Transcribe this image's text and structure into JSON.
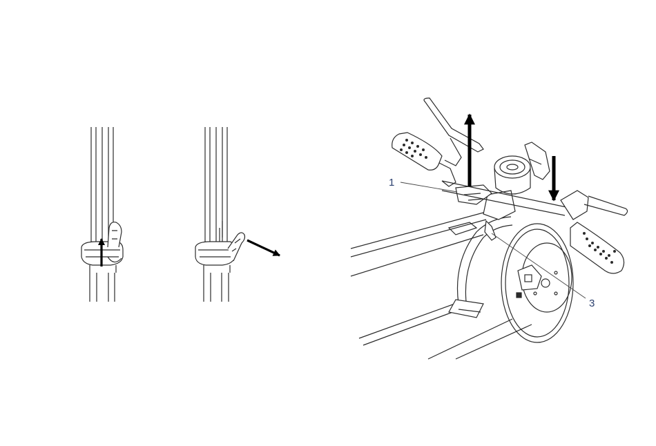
{
  "diagram": {
    "callouts": [
      {
        "label": "1",
        "target": "folding-clamp-lever"
      },
      {
        "label": "3",
        "target": "folding-hook"
      }
    ],
    "arrows": [
      {
        "panel": "stem-step-1",
        "direction": "up"
      },
      {
        "panel": "stem-step-2",
        "direction": "outward-right"
      },
      {
        "panel": "handlebar",
        "direction": "up"
      },
      {
        "panel": "handlebar",
        "direction": "down"
      }
    ],
    "colors": {
      "line": "#2b2b2b",
      "callout_text": "#2a3f6e",
      "arrow": "#000000"
    }
  }
}
